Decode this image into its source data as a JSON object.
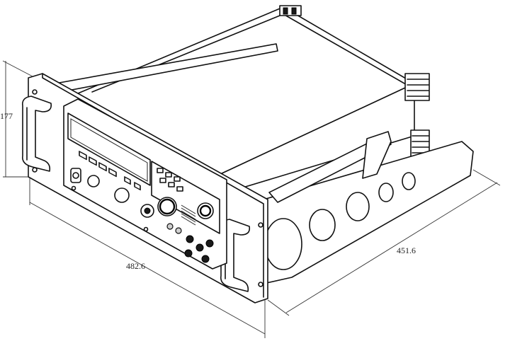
{
  "dimensions": {
    "height_label": "177",
    "width_label": "482.6",
    "depth_label": "451.6"
  }
}
